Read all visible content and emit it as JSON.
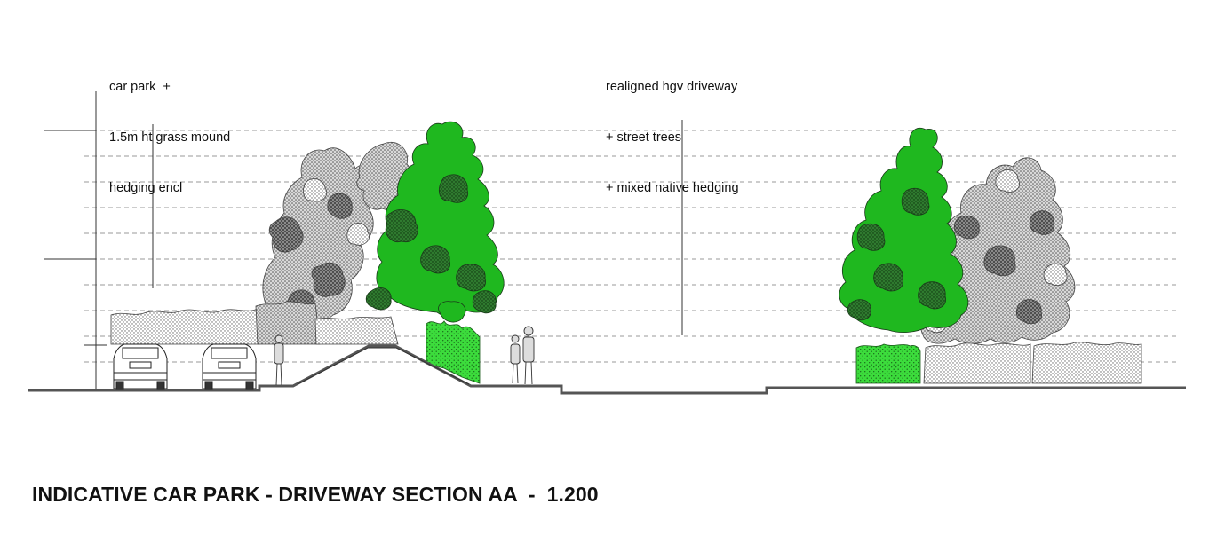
{
  "labels": {
    "left": [
      "car park  +",
      "1.5m ht grass mound",
      "hedging encl"
    ],
    "right": [
      "realigned hgv driveway",
      "+ street trees",
      "+ mixed native hedging"
    ]
  },
  "title": "INDICATIVE CAR PARK - DRIVEWAY SECTION AA  -  1.200",
  "colors": {
    "tree_green": "#1fb81f",
    "tree_dark": "#2a6b2a",
    "hedge_green": "#3cdc3c",
    "grey_tree": "#bfbfbf",
    "grey_dark": "#6f6f6f",
    "line": "#333333"
  }
}
